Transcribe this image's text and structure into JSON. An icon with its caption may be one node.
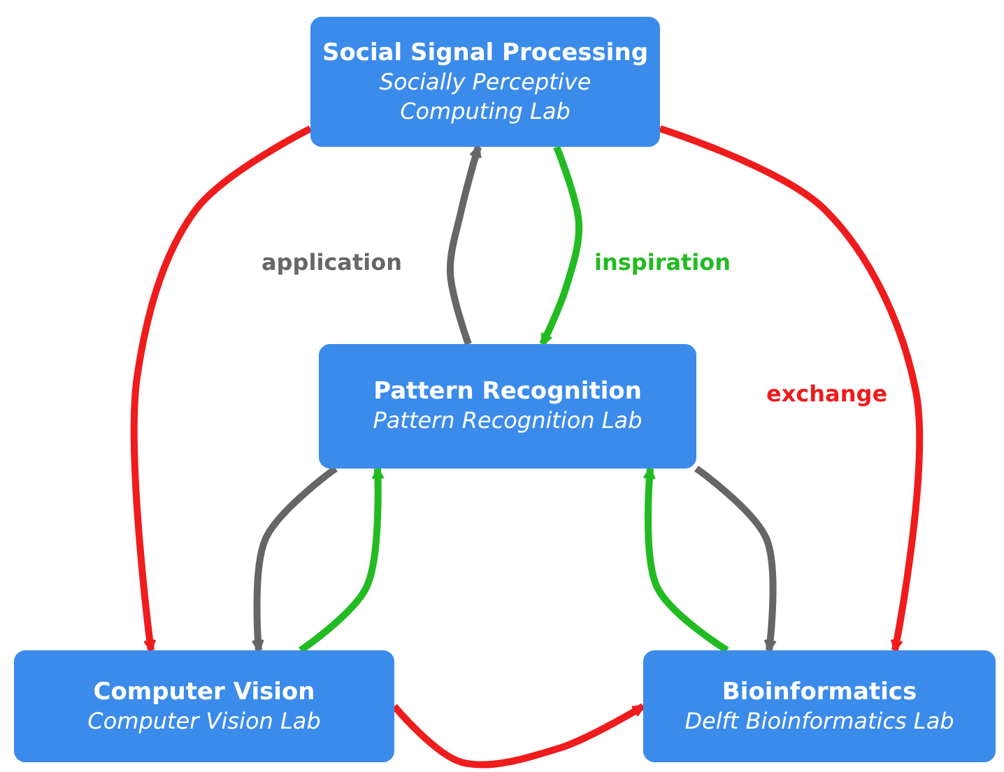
{
  "diagram": {
    "nodes": [
      {
        "text": [
          "Social Signal Processing",
          "Socially Perceptive Computing Lab"
        ]
      },
      {
        "text": [
          "Pattern Recognition",
          "Pattern Recognition Lab"
        ]
      },
      {
        "text": [
          "Computer Vision",
          "Computer Vision Lab"
        ]
      },
      {
        "text": [
          "Bioinformatics",
          "Delft Bioinformatics Lab"
        ]
      }
    ],
    "edges": [
      {
        "from": 1,
        "to": 0,
        "arrow": "to",
        "label": "application",
        "color": "#666666"
      },
      {
        "from": 0,
        "to": 1,
        "arrow": "to",
        "label": "inspiration",
        "color": "#22bb22"
      },
      {
        "from": 0,
        "to": 2,
        "arrow": "to",
        "color": "#ee1c1c"
      },
      {
        "from": 0,
        "to": 3,
        "arrow": "to",
        "label": "exchange",
        "color": "#ee1c1c"
      },
      {
        "from": 2,
        "to": 3,
        "arrow": "to",
        "color": "#ee1c1c"
      },
      {
        "from": 1,
        "to": 2,
        "arrow": "to",
        "color": "#666666"
      },
      {
        "from": 2,
        "to": 1,
        "arrow": "to",
        "color": "#22bb22"
      },
      {
        "from": 3,
        "to": 1,
        "arrow": "to",
        "color": "#22bb22"
      },
      {
        "from": 1,
        "to": 3,
        "arrow": "to",
        "color": "#666666"
      }
    ]
  }
}
